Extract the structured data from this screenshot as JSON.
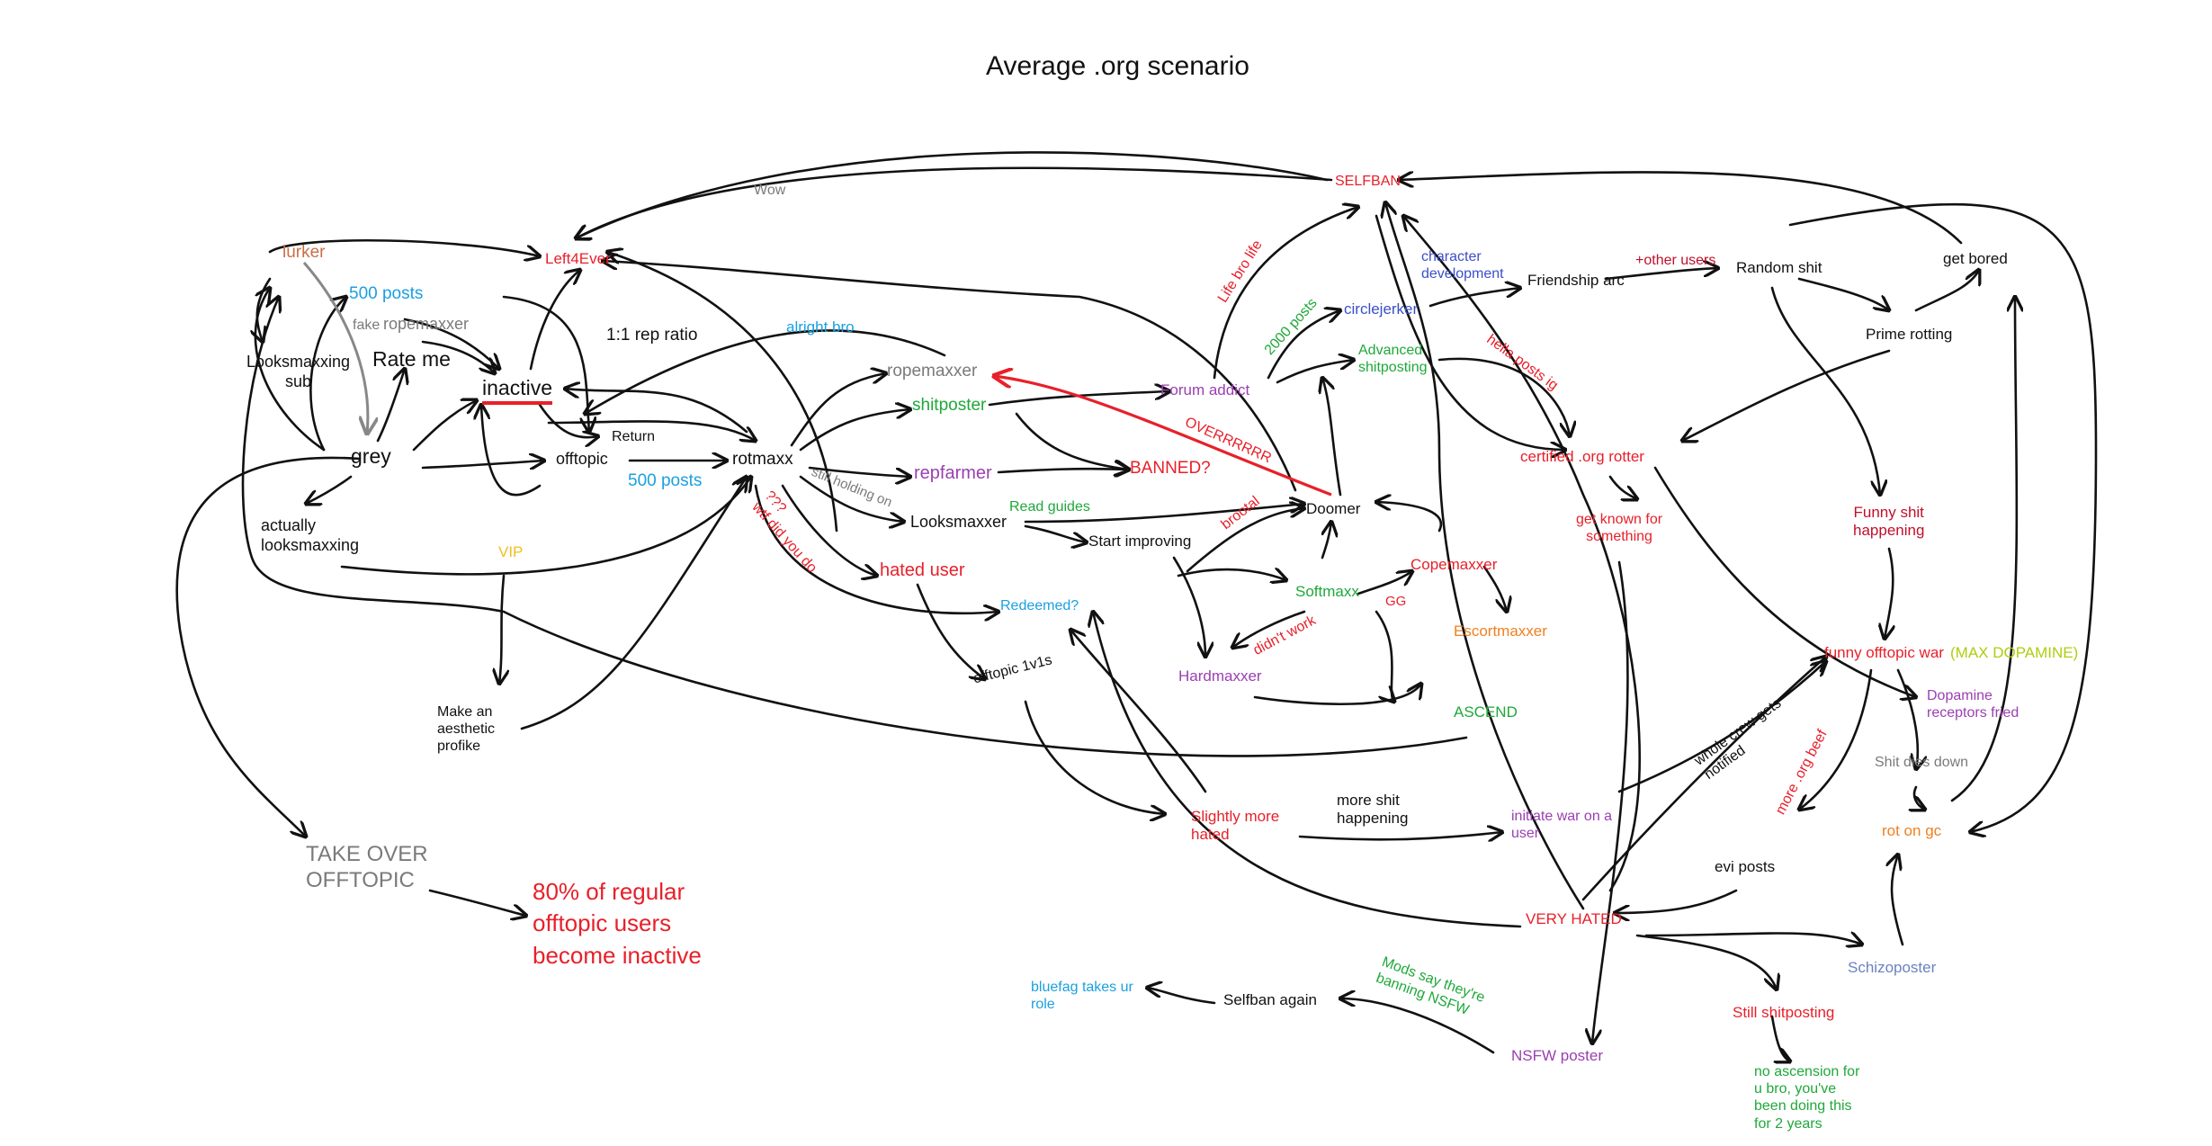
{
  "title": "Average .org scenario",
  "colors": {
    "black": "#111111",
    "red": "#e8202a",
    "darkred": "#c0102a",
    "green": "#1fa83a",
    "blue": "#1aa0e0",
    "purple": "#9b3fb0",
    "grey": "#7a7a7a",
    "orange": "#f08020",
    "yellow": "#f0c020",
    "lime": "#b0cc10",
    "navy": "#3b4fc8",
    "brown": "#c87048",
    "slate": "#6a82c0"
  },
  "nodes": {
    "lurker": "lurker",
    "posts500a": "500 posts",
    "fake": "fake",
    "ropemaxxer_small": "ropemaxxer",
    "looksmaxxing_sub": "Looksmaxxing\nsub",
    "rate_me": "Rate me",
    "inactive": "inactive",
    "left4ever": "Left4Ever",
    "wow": "Wow",
    "rep_ratio": "1:1 rep ratio",
    "alright_bro": "alright bro",
    "grey": "grey",
    "offtopic": "offtopic",
    "return": "Return",
    "posts500b": "500 posts",
    "rotmaxx": "rotmaxx",
    "actually_looksmaxxing": "actually\nlooksmaxxing",
    "vip": "VIP",
    "make_profile": "Make an\naesthetic\nprofike",
    "take_over": "TAKE OVER\nOFFTOPIC",
    "eighty_pct": "80% of regular\nofftopic users\nbecome inactive",
    "ropemaxxer": "ropemaxxer",
    "shitposter": "shitposter",
    "repfarmer": "repfarmer",
    "still_holding": "still holding on",
    "wtf": "??? \nwtf did you do",
    "looksmaxxer": "Looksmaxxer",
    "read_guides": "Read guides",
    "start_improving": "Start improving",
    "hated_user": "hated user",
    "redeemed": "Redeemed?",
    "offtopic_1v1s": "offtopic 1v1s",
    "banned": "BANNED?",
    "forum_addict": "Forum addict",
    "life_bro_life": "Life bro life",
    "overrr": "OVERRRRRR",
    "posts2000": "2000 posts",
    "circlejerker": "circlejerker",
    "advanced_shitposting": "Advanced\nshitposting",
    "doomer": "Doomer",
    "brootal": "brootal",
    "softmaxx": "Softmaxx",
    "copemaxxer": "Copemaxxer",
    "gg": "GG",
    "escortmaxxer": "Escortmaxxer",
    "didnt_work": "didn't work",
    "hardmaxxer": "Hardmaxxer",
    "ascend": "ASCEND",
    "selfban": "SELFBAN",
    "character_dev": "character\ndevelopment",
    "friendship_arc": "Friendship arc",
    "other_users": "+other users",
    "random_shit": "Random shit",
    "get_bored": "get bored",
    "prime_rotting": "Prime rotting",
    "hella_posts": "hella posts ig",
    "certified_rotter": "certified .org rotter",
    "get_known": "get known for\nsomething",
    "funny_shit": "Funny shit\nhappening",
    "funny_war": "funny offtopic war",
    "max_dopamine": "(MAX DOPAMINE)",
    "dopamine_fried": "Dopamine\nreceptors fried",
    "shit_dies_down": "Shit dies down",
    "rot_on_gc": "rot on gc",
    "whole_crew": "whole crew gets\nnotified",
    "more_org_beef": "more .org beef",
    "evi_posts": "evi posts",
    "slightly_more_hated": "Slightly more\nhated",
    "more_shit": "more shit\nhappening",
    "initiate_war": "initiate war on a\nuser",
    "very_hated": "VERY HATED",
    "schizoposter": "Schizoposter",
    "still_shitposting": "Still shitposting",
    "no_ascension": "no ascension for\nu bro, you've\nbeen doing this\nfor 2 years",
    "mods_say": "Mods say they're\nbanning NSFW",
    "nsfw_poster": "NSFW poster",
    "selfban_again": "Selfban again",
    "bluefag": "bluefag takes ur\nrole"
  }
}
